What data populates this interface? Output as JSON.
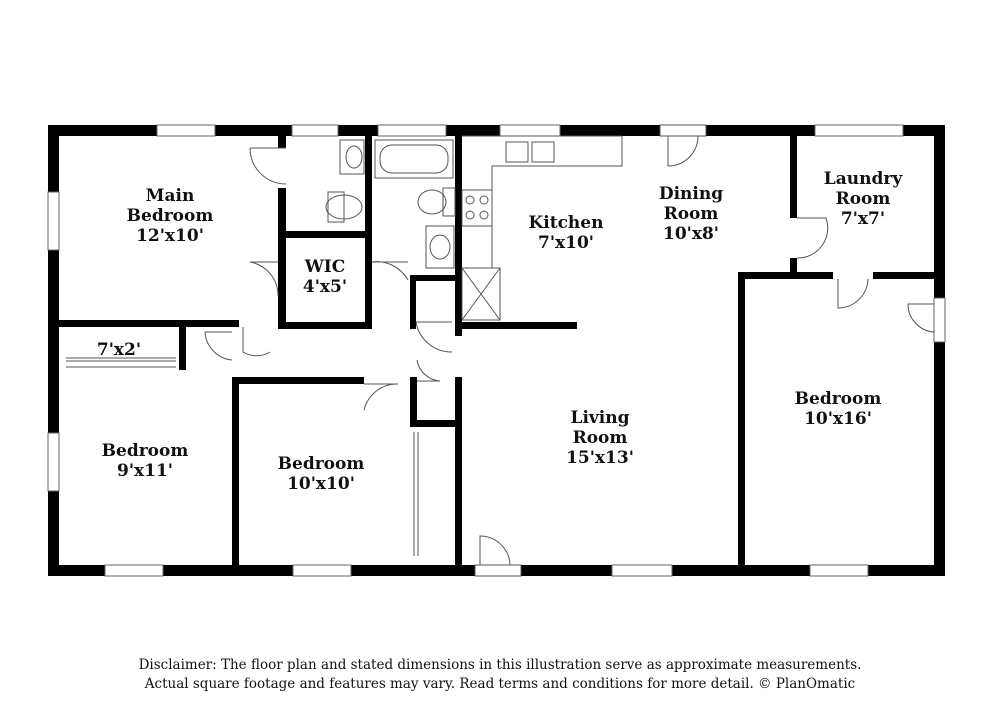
{
  "rooms": {
    "main_bedroom": {
      "line1": "Main",
      "line2": "Bedroom",
      "size": "12'x10'"
    },
    "wic": {
      "name": "WIC",
      "size": "4'x5'"
    },
    "kitchen": {
      "name": "Kitchen",
      "size": "7'x10'"
    },
    "dining": {
      "line1": "Dining",
      "line2": "Room",
      "size": "10'x8'"
    },
    "laundry": {
      "line1": "Laundry",
      "line2": "Room",
      "size": "7'x7'"
    },
    "closet": {
      "size": "7'x2'"
    },
    "bedroom_left": {
      "name": "Bedroom",
      "size": "9'x11'"
    },
    "bedroom_mid": {
      "name": "Bedroom",
      "size": "10'x10'"
    },
    "living": {
      "line1": "Living",
      "line2": "Room",
      "size": "15'x13'"
    },
    "bedroom_right": {
      "name": "Bedroom",
      "size": "10'x16'"
    }
  },
  "disclaimer": {
    "line1": "Disclaimer: The floor plan and stated dimensions in this illustration serve as approximate measurements.",
    "line2": "Actual square footage and features may vary. Read terms and conditions for more detail. © PlanOmatic"
  }
}
